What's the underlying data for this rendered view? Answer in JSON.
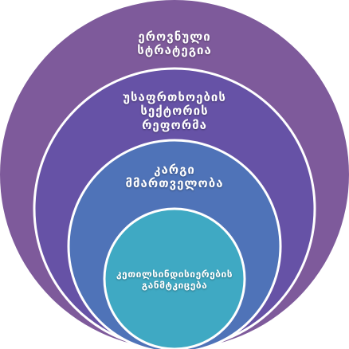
{
  "colors": {
    "outer": "#7e5a9b",
    "ring2": "#6652a6",
    "ring3": "#4f73b8",
    "inner": "#3fa9c3",
    "stroke": "#ffffff"
  },
  "circles": [
    {
      "id": "national-strategy",
      "lines": [
        "ეროვნული",
        "სტრატეგია"
      ]
    },
    {
      "id": "security-sector-reform",
      "lines": [
        "უსაფრთხოების",
        "სექტორის",
        "რეფორმა"
      ]
    },
    {
      "id": "good-governance",
      "lines": [
        "კარგი",
        "მმართველობა"
      ]
    },
    {
      "id": "capacity-development",
      "lines": [
        "კეთილსინდისიერების",
        "განმტკიცება"
      ]
    }
  ]
}
